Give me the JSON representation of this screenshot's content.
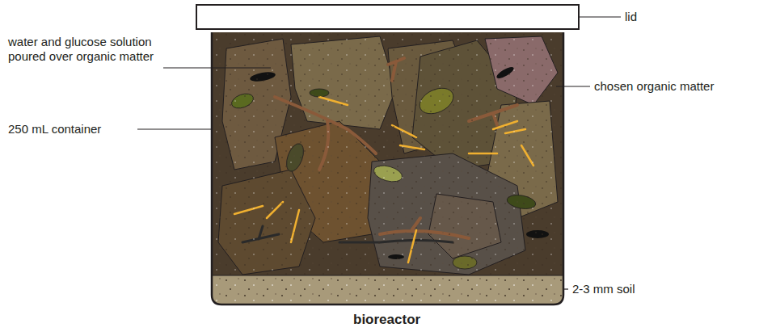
{
  "diagram": {
    "caption": "bioreactor",
    "labels": [
      "water and glucose solution poured over organic matter",
      "250 mL container",
      "lid",
      "chosen organic matter",
      "2-3 mm soil"
    ]
  }
}
